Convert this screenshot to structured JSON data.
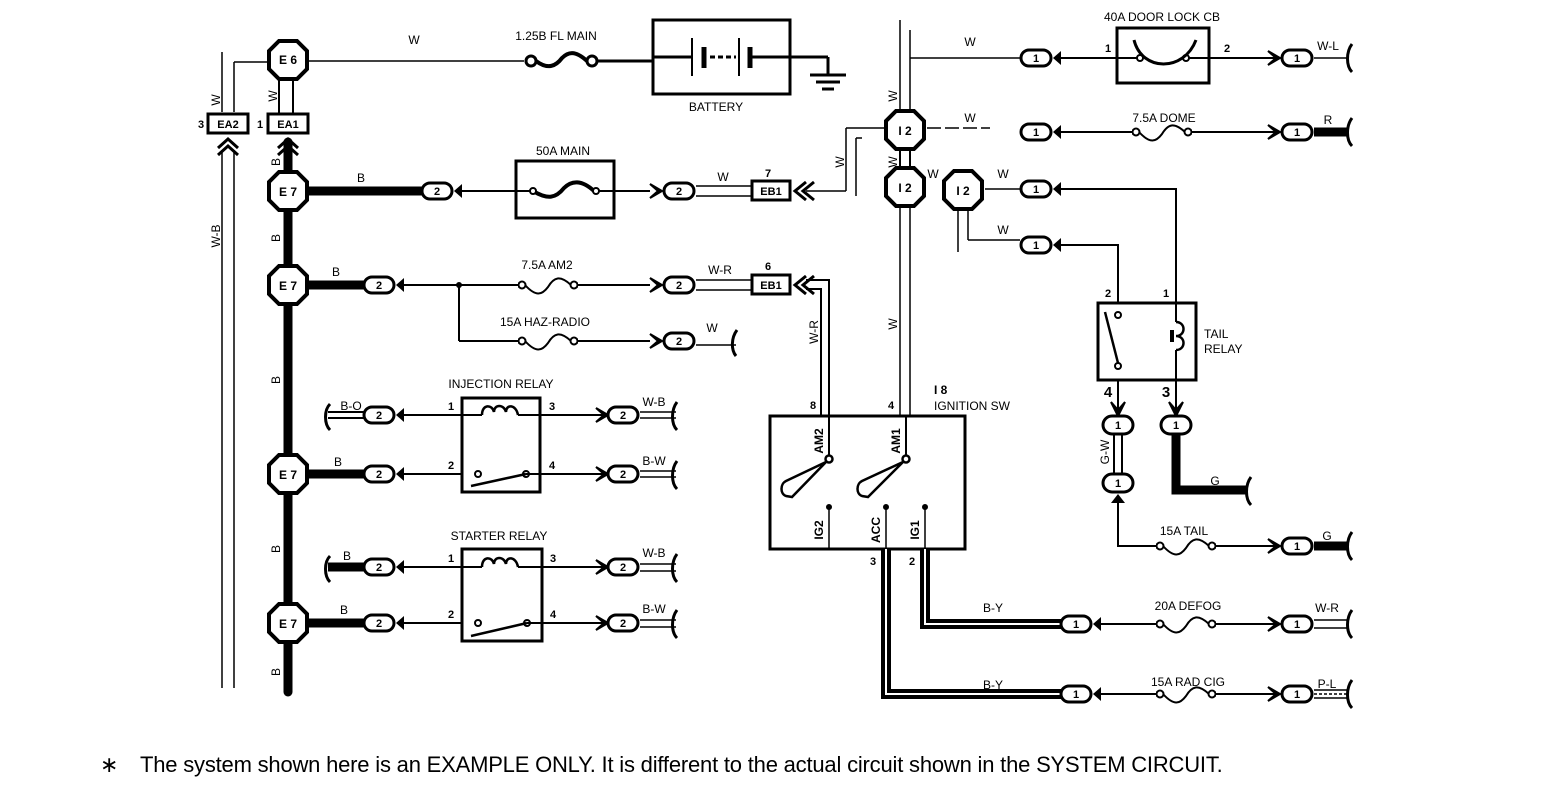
{
  "colors": {
    "ink": "#000000",
    "paper": "#ffffff"
  },
  "junctions": {
    "e6": "E 6",
    "e7": "E 7",
    "i2": "I 2",
    "ea1": "EA1",
    "ea2": "EA2",
    "eb1": "EB1",
    "ea1_pin": "1",
    "ea2_pin": "3",
    "eb1_pin_top": "7",
    "eb1_pin_mid": "6"
  },
  "wires": {
    "w": "W",
    "b": "B",
    "wb": "W-B",
    "wr": "W-R",
    "bo": "B-O",
    "bw": "B-W",
    "wl": "W-L",
    "r": "R",
    "g": "G",
    "gw": "G-W",
    "by": "B-Y",
    "pl": "P-L"
  },
  "components": {
    "fl_main": "1.25B FL MAIN",
    "battery": "BATTERY",
    "main50": "50A MAIN",
    "am2": "7.5A  AM2",
    "haz_radio": "15A  HAZ-RADIO",
    "injection_relay": "INJECTION  RELAY",
    "starter_relay": "STARTER RELAY",
    "door_lock_cb": "40A DOOR LOCK CB",
    "dome": "7.5A DOME",
    "tail_relay_1": "TAIL",
    "tail_relay_2": "RELAY",
    "ign_code": "I 8",
    "ign_sw": "IGNITION SW",
    "tail_fuse": "15A  TAIL",
    "defog": "20A  DEFOG",
    "rad_cig": "15A  RAD CIG"
  },
  "ignition_terminals": {
    "am2": "AM2",
    "am1": "AM1",
    "ig2": "IG2",
    "acc": "ACC",
    "ig1": "IG1"
  },
  "pins": {
    "p1": "1",
    "p2": "2",
    "p3": "3",
    "p4": "4",
    "p6": "6",
    "p7": "7",
    "p8": "8"
  },
  "connector_numbers": {
    "c1": "1",
    "c2": "2"
  },
  "footnote": {
    "symbol": "∗",
    "text": "The system shown here is an EXAMPLE ONLY. It is different to the actual circuit shown in the SYSTEM CIRCUIT."
  }
}
